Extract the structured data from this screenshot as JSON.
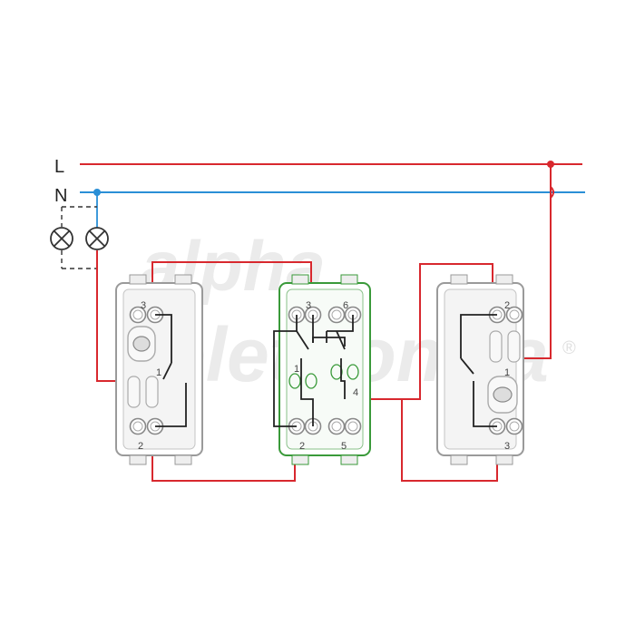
{
  "lines": {
    "phase": "L",
    "neutral": "N"
  },
  "colors": {
    "phase": "#d8282e",
    "neutral": "#2a8fd6",
    "wire": "#222222",
    "switch_outline": "#9a9a9a",
    "intermediate_outline": "#3a9a3a"
  },
  "watermark": {
    "line1": "alpha",
    "line2": "elettronica",
    "mark": "®"
  },
  "switch_left": {
    "terminals": [
      "3",
      "1",
      "2"
    ]
  },
  "switch_mid": {
    "terminals": [
      "3",
      "6",
      "1",
      "4",
      "2",
      "5"
    ]
  },
  "switch_right": {
    "terminals": [
      "2",
      "1",
      "3"
    ]
  },
  "lamps": {
    "icon": "lamp-icon",
    "count": 2
  }
}
